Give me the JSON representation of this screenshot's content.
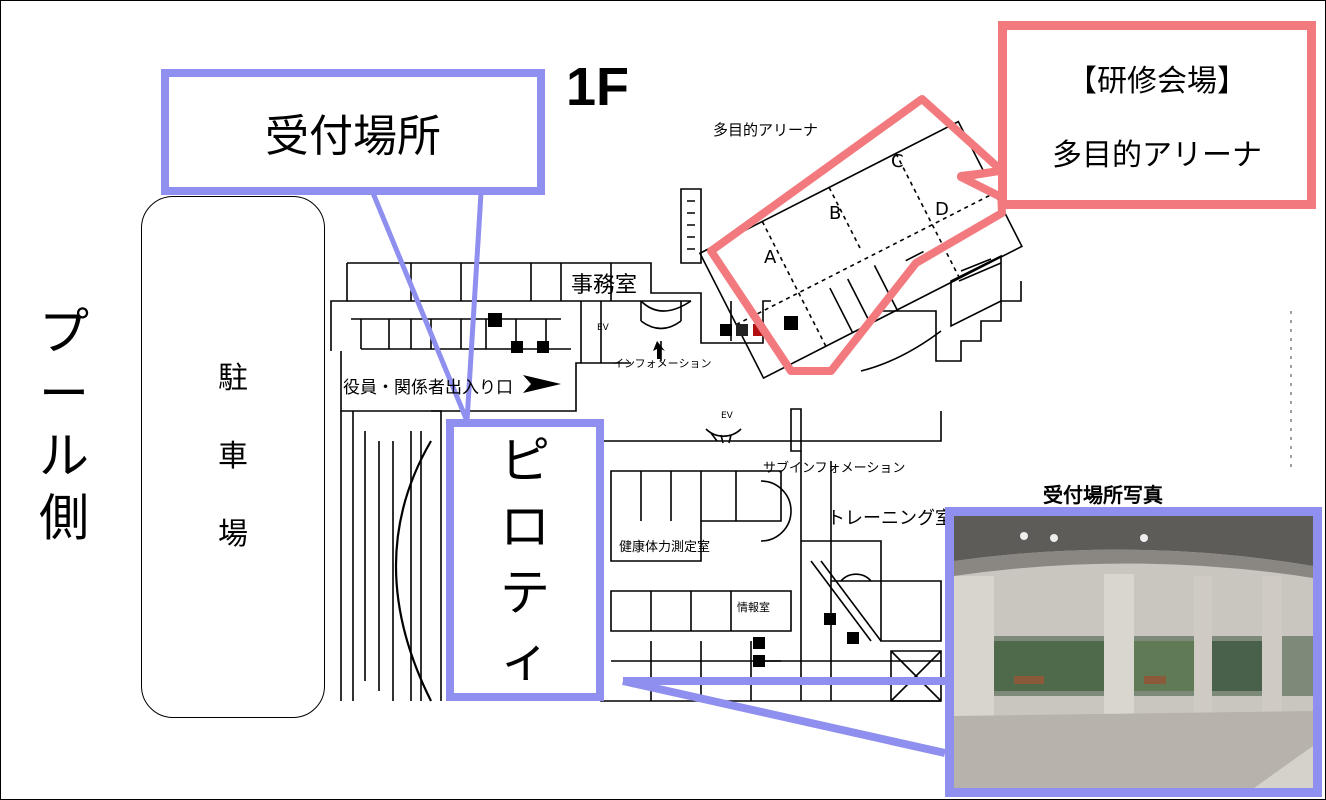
{
  "floor_label": "1F",
  "side_label": [
    "プ",
    "ー",
    "ル",
    "側"
  ],
  "parking": {
    "chars": [
      "駐",
      "車",
      "場"
    ]
  },
  "reception_callout": "受付場所",
  "venue_callout": {
    "line1": "【研修会場】",
    "line2": "多目的アリーナ"
  },
  "piloti": [
    "ピ",
    "ロ",
    "テ",
    "ィ"
  ],
  "map_labels": {
    "arena": "多目的アリーナ",
    "office": "事務室",
    "information": "インフォメーション",
    "entrance": "役員・関係者出入り口",
    "sub_information": "サブインフォメーション",
    "training": "トレーニング室",
    "fitness": "健康体力測定室",
    "info_room": "情報室",
    "elevator": "EV"
  },
  "courts": [
    "A",
    "B",
    "C",
    "D"
  ],
  "photo": {
    "title": "受付場所写真"
  },
  "colors": {
    "callout_blue": "#8f8fef",
    "callout_red": "#f27a7e"
  }
}
